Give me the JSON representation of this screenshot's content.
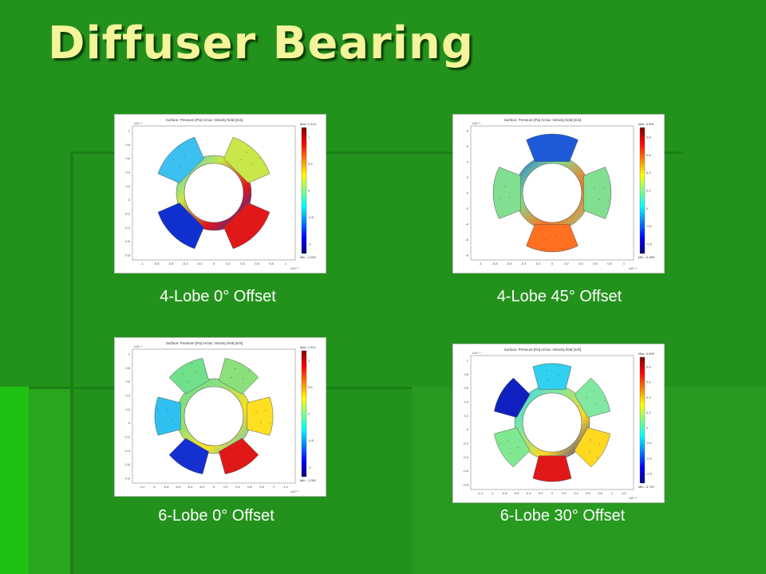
{
  "slide": {
    "title": "Diffuser Bearing",
    "accent_title_color": "#f4f49a",
    "background_color": "#23921c"
  },
  "panels": [
    {
      "caption": "4-Lobe 0° Offset",
      "plot_title": "Surface: Pressure [Pa]  Arrow: Velocity field [m/s]",
      "max_label": "Max: 1.214",
      "min_label": "Min: -1.202",
      "lobes": 4,
      "offset_deg": 0,
      "x_ticks": [
        "-1",
        "-0.8",
        "-0.6",
        "-0.4",
        "-0.2",
        "0",
        "0.2",
        "0.4",
        "0.6",
        "0.8",
        "1"
      ],
      "y_ticks": [
        "1",
        "0.8",
        "0.6",
        "0.4",
        "0.2",
        "0",
        "-0.2",
        "-0.4",
        "-0.6",
        "-0.8"
      ],
      "colorbar_ticks": [
        "1",
        "0.5",
        "0",
        "-0.5",
        "-1"
      ],
      "axis_unit": "x10⁻⁴"
    },
    {
      "caption": "4-Lobe 45° Offset",
      "plot_title": "Surface: Pressure [Pa]  Arrow: Velocity field [m/s]",
      "max_label": "Max: 0.891",
      "min_label": "Min: -0.485",
      "lobes": 4,
      "offset_deg": 45,
      "x_ticks": [
        "-1",
        "-0.8",
        "-0.6",
        "-0.4",
        "-0.2",
        "0",
        "0.2",
        "0.4",
        "0.6",
        "0.8",
        "1"
      ],
      "y_ticks": [
        "8",
        "6",
        "4",
        "2",
        "0",
        "-2",
        "-4",
        "-6",
        "-8"
      ],
      "colorbar_ticks": [
        "0.8",
        "0.6",
        "0.4",
        "0.2",
        "0",
        "-0.2",
        "-0.4"
      ],
      "axis_unit": "x10⁻⁴"
    },
    {
      "caption": "6-Lobe 0° Offset",
      "plot_title": "Surface: Pressure [Pa]  Arrow: Velocity field [m/s]",
      "max_label": "Max: 1.312",
      "min_label": "Min: -1.302",
      "lobes": 6,
      "offset_deg": 0,
      "x_ticks": [
        "-1.2",
        "-1",
        "-0.8",
        "-0.6",
        "-0.4",
        "-0.2",
        "0",
        "0.2",
        "0.4",
        "0.6",
        "0.8",
        "1",
        "1.2"
      ],
      "y_ticks": [
        "1",
        "0.8",
        "0.6",
        "0.4",
        "0.2",
        "0",
        "-0.2",
        "-0.4",
        "-0.6",
        "-0.8"
      ],
      "colorbar_ticks": [
        "1",
        "0.5",
        "0",
        "-0.5",
        "-1"
      ],
      "axis_unit": "x10⁻⁴"
    },
    {
      "caption": "6-Lobe 30° Offset",
      "plot_title": "Surface: Pressure [Pa]  Arrow: Velocity field [m/s]",
      "max_label": "Max: 0.905",
      "min_label": "Min: -0.791",
      "lobes": 6,
      "offset_deg": 30,
      "x_ticks": [
        "-1.2",
        "-1",
        "-0.8",
        "-0.6",
        "-0.4",
        "-0.2",
        "0",
        "0.2",
        "0.4",
        "0.6",
        "0.8",
        "1",
        "1.2"
      ],
      "y_ticks": [
        "1",
        "0.8",
        "0.6",
        "0.4",
        "0.2",
        "0",
        "-0.2",
        "-0.4",
        "-0.6",
        "-0.8"
      ],
      "colorbar_ticks": [
        "0.8",
        "0.6",
        "0.4",
        "0.2",
        "0",
        "-0.2",
        "-0.4",
        "-0.6"
      ],
      "axis_unit": "x10⁻⁴"
    }
  ]
}
